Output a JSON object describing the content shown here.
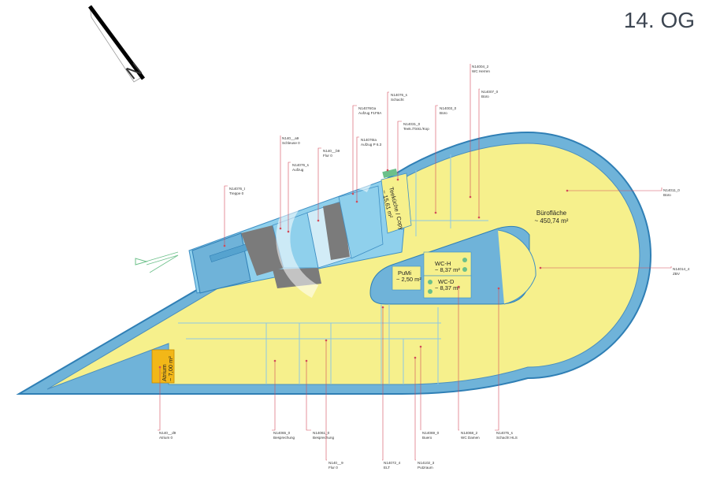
{
  "floor": {
    "title": "14. OG"
  },
  "compass": {
    "letter": "N"
  },
  "rooms": {
    "buero_label": "Bürofläche",
    "buero_area": "~ 450,74 m²",
    "tee_label": "Teeküche / Copy",
    "tee_area": "~ 15,61 m²",
    "wch_label": "WC-H",
    "wch_area": "~ 8,37 m²",
    "wcd_label": "WC-D",
    "wcd_area": "~ 8,37 m²",
    "pumi_label": "PuMi",
    "pumi_area": "~ 2,50 m²",
    "atrium_label": "Atrium",
    "atrium_area": "~ 7,00 m²"
  },
  "labels": [
    {
      "code": "N14004_2",
      "name": "WC Herren"
    },
    {
      "code": "N14007_0",
      "name": "Büro"
    },
    {
      "code": "N14003_0",
      "name": "Büro"
    },
    {
      "code": "N14076_s",
      "name": "Schacht"
    },
    {
      "code": "N14076Ga",
      "name": "Aufzug F1F8A"
    },
    {
      "code": "N14031_0",
      "name": "Teek./Tinkt./Kop"
    },
    {
      "code": "N14076Ia",
      "name": "Aufzug P 6.3"
    },
    {
      "code": "N140__a9",
      "name": "Schleuse 0"
    },
    {
      "code": "N140__b9",
      "name": "Flur 0"
    },
    {
      "code": "N14076_s",
      "name": "Aufzug"
    },
    {
      "code": "N14076_t",
      "name": "Treppe 0"
    },
    {
      "code": "N14011_0",
      "name": "Büro"
    },
    {
      "code": "N14014_4",
      "name": "ZBV"
    },
    {
      "code": "N140__d9",
      "name": "Atrium 0"
    },
    {
      "code": "N14065_0",
      "name": "Besprechung"
    },
    {
      "code": "N14061_0",
      "name": "Besprechung"
    },
    {
      "code": "N140__9",
      "name": "Flur 0"
    },
    {
      "code": "N14072_4",
      "name": "ELT"
    },
    {
      "code": "N14102_3",
      "name": "Putzraum"
    },
    {
      "code": "N14069_0",
      "name": "Buero"
    },
    {
      "code": "N14068_2",
      "name": "WC Damen"
    },
    {
      "code": "N14075_s",
      "name": "Schacht HLS"
    }
  ],
  "colors": {
    "wall": "#3f8fc4",
    "wall_fill": "#6fb3d9",
    "floor": "#f6f08c",
    "core": "#8fd0ec",
    "grey": "#7b7b7b",
    "atrium": "#f2b718",
    "leader": "#d24b5a"
  }
}
